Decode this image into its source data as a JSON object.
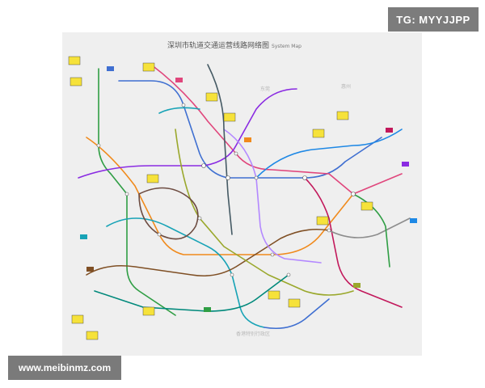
{
  "header": {
    "tg_label": "TG: MYYJJPP"
  },
  "map": {
    "title_cn": "深圳市轨道交通运营线路网络图",
    "title_en": "System Map",
    "regions": {
      "dongguan": "东莞",
      "huizhou": "惠州",
      "hongkong": "香港特别行政区"
    }
  },
  "footer": {
    "site_label": "www.meibinmz.com"
  },
  "colors": {
    "panel_bg": "#efefef",
    "notice_yellow": "#f6e23a",
    "lines": [
      "#2f9e44",
      "#3f6fd1",
      "#e0467c",
      "#f08a1c",
      "#8a2be2",
      "#18a3b6",
      "#7f4f24",
      "#9aa82c",
      "#c2185b",
      "#1e88e5",
      "#6d4c41",
      "#00897b",
      "#b388ff",
      "#455a64"
    ]
  }
}
